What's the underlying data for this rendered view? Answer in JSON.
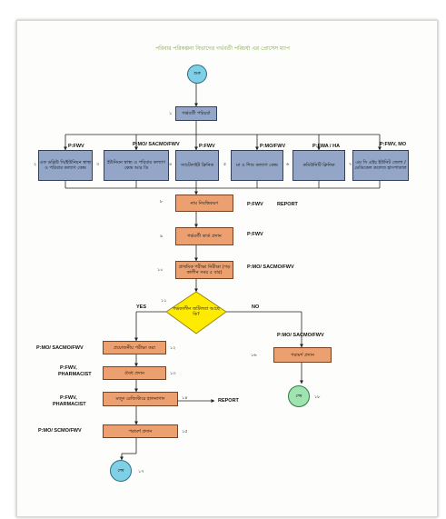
{
  "title": "পরিবার পরিকল্পনা বিভাগের গর্ভবর্তী পরিচর্যা এর প্রোসেস ম্যাপ",
  "start_label": "শুরু",
  "end_label_1": "শেষ",
  "end_label_2": "শেষ",
  "colors": {
    "blue_box": "#93a6c7",
    "orange_box": "#eda06f",
    "diamond": "#ffeb00",
    "start_circle": "#7fd0e6",
    "end_circle": "#9ee3b0",
    "title": "#7aa83a"
  },
  "step1": {
    "num": "১",
    "label": "গর্ভবর্তী পরিচর্যা"
  },
  "step2": {
    "num": "২",
    "label": "এফ ডব্লিউ সি/ইউনিয়ন স্বাস্থ্য ও পরিবার কল্যাণ কেন্দ্র",
    "role": "P:FWV"
  },
  "step3": {
    "num": "৩",
    "label": "ইউনিয়ন স্বাস্থ্য ও পরিবার কল্যাণ কেন্দ্র আর ডি",
    "role": "P:MO/ SACMO/FWV"
  },
  "step4": {
    "num": "৪",
    "label": "স্যাটেলাইট ক্লিনিক",
    "role": "P:FWV"
  },
  "step5": {
    "num": "৫",
    "label": "মা ও শিশু কল্যাণ কেন্দ্র",
    "role": "P:MO/FWV"
  },
  "step6": {
    "num": "৬",
    "label": "কমিউনিটি ক্লিনিক",
    "role": "P:FWA / HA"
  },
  "step7": {
    "num": "৭",
    "label": "এম সি এইচ ইউনিট জেলা / মেডিকেল কলেজ হাসপাতাল",
    "role": "P:FWV, MO"
  },
  "step8": {
    "num": "৮",
    "label": "নাম নিবন্ধিকরণ",
    "role": "P:FWV",
    "output": "REPORT"
  },
  "step9": {
    "num": "৯",
    "label": "গর্ভবর্তী কার্ড প্রদান",
    "role": "P:FWV"
  },
  "step10": {
    "num": "১০",
    "label": "প্রাথমিক পরীক্ষা নিরীক্ষা (গড় কালীন সময় ৫ বার)",
    "role": "P:MO/ SACMO/FWV"
  },
  "decision": {
    "num": "১১",
    "label": "গর্ভকালীন জটিলতা আছে কি?",
    "yes": "YES",
    "no": "NO"
  },
  "step12": {
    "num": "১২",
    "label": "প্রয়োজনীয় পরীক্ষা করা",
    "role": "P:MO/ SACMO/FWV"
  },
  "step13": {
    "num": "১৩",
    "label": "ঔষধ প্রদান",
    "role": "P:FWV, PHARMACIST"
  },
  "step14": {
    "num": "১৪",
    "label": "মজুদ রেজিস্টারে হালনাগাদ",
    "role": "P:FWV, PHARMACIST",
    "output": "REPORT"
  },
  "step15": {
    "num": "১৫",
    "label": "পরামর্শ প্রদান",
    "role": "P:MO/ SCMO/FWV"
  },
  "step16": {
    "num": "১৬",
    "label": "পরামর্শ প্রদান",
    "role": "P:MO/ SACMO/FWV"
  },
  "end_num_1": "১৭",
  "end_num_2": "১৮"
}
